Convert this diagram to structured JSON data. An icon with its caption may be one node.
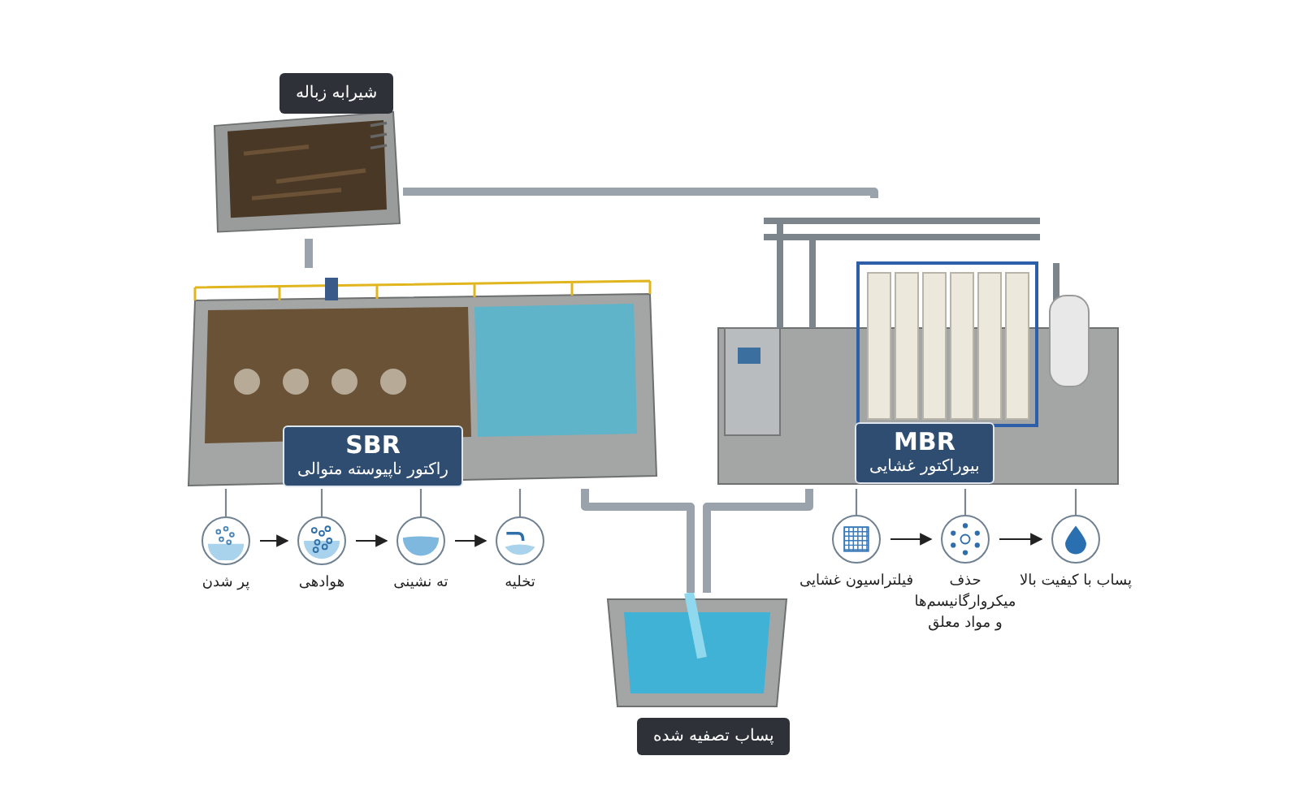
{
  "diagram": {
    "nodes": [
      {
        "text": [
          "شیرابه زباله"
        ]
      },
      {
        "text": [
          "SBR",
          "راکتور ناپیوسته متوالی"
        ]
      },
      {
        "text": [
          "MBR",
          "بیوراکتور غشایی"
        ]
      },
      {
        "text": [
          "پساب تصفیه شده"
        ]
      },
      {
        "text": [],
        "shape": "circle",
        "beside": [
          "پر شدن"
        ]
      },
      {
        "text": [],
        "shape": "circle",
        "beside": [
          "هوادهی"
        ]
      },
      {
        "text": [],
        "shape": "circle",
        "beside": [
          "ته نشینی"
        ]
      },
      {
        "text": [],
        "shape": "circle",
        "beside": [
          "تخلیه"
        ]
      },
      {
        "text": [],
        "shape": "circle",
        "beside": [
          "فیلتراسیون غشایی"
        ]
      },
      {
        "text": [],
        "shape": "circle",
        "beside": [
          "حذف میکروارگانیسم‌ها و مواد معلق"
        ]
      },
      {
        "text": [],
        "shape": "circle",
        "beside": [
          "پساب با کیفیت بالا"
        ]
      }
    ],
    "edges": [
      {
        "from": 0,
        "to": 1,
        "arrow": "none",
        "style": "thick"
      },
      {
        "from": 0,
        "to": 2,
        "arrow": "none",
        "style": "thick"
      },
      {
        "from": 1,
        "to": 3,
        "arrow": "none",
        "style": "thick"
      },
      {
        "from": 2,
        "to": 3,
        "arrow": "none",
        "style": "thick"
      },
      {
        "from": 4,
        "to": 5,
        "arrow": "to",
        "color": "#222222"
      },
      {
        "from": 5,
        "to": 6,
        "arrow": "to",
        "color": "#222222"
      },
      {
        "from": 6,
        "to": 7,
        "arrow": "to",
        "color": "#222222"
      },
      {
        "from": 8,
        "to": 9,
        "arrow": "to",
        "color": "#222222"
      },
      {
        "from": 9,
        "to": 10,
        "arrow": "to",
        "color": "#222222"
      },
      {
        "from": 1,
        "to": 4,
        "arrow": "none"
      },
      {
        "from": 1,
        "to": 5,
        "arrow": "none"
      },
      {
        "from": 1,
        "to": 6,
        "arrow": "none"
      },
      {
        "from": 1,
        "to": 7,
        "arrow": "none"
      },
      {
        "from": 2,
        "to": 8,
        "arrow": "none"
      },
      {
        "from": 2,
        "to": 9,
        "arrow": "none"
      },
      {
        "from": 2,
        "to": 10,
        "arrow": "none"
      }
    ]
  }
}
